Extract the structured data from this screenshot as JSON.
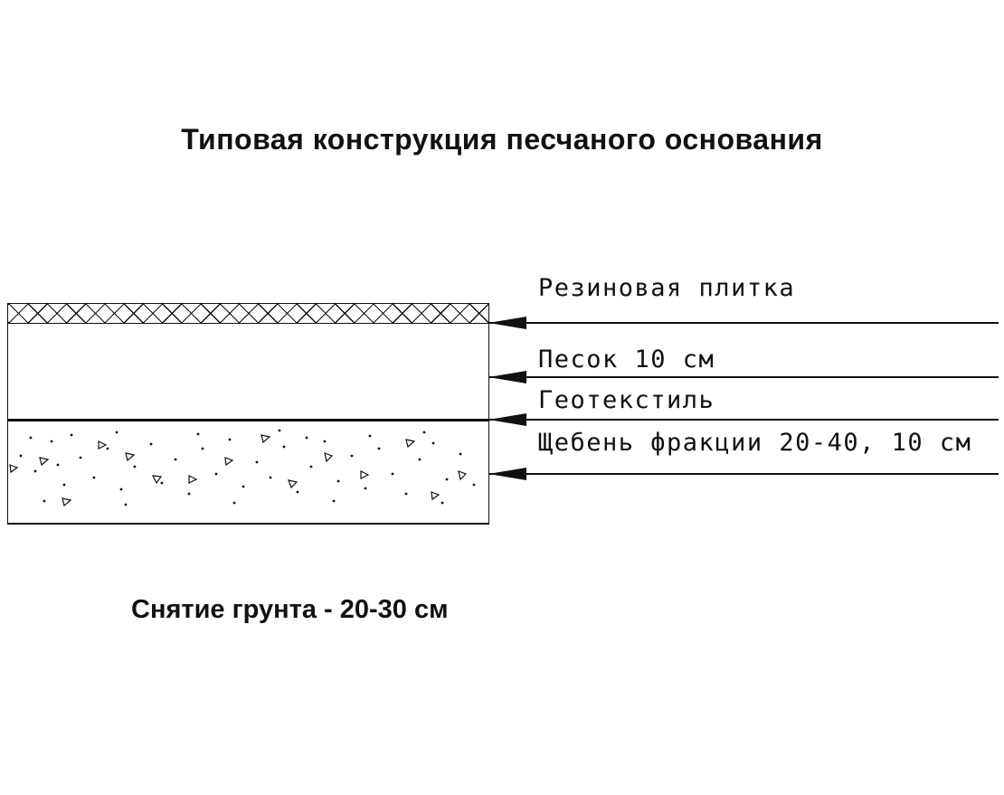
{
  "title": "Типовая конструкция песчаного основания",
  "footer": "Снятие грунта - 20-30 см",
  "callouts": [
    {
      "label": "Резиновая плитка"
    },
    {
      "label": "Песок 10 см"
    },
    {
      "label": "Геотекстиль"
    },
    {
      "label": "Щебень фракции 20-40, 10 см"
    }
  ],
  "colors": {
    "ink": "#111111",
    "background": "#ffffff"
  }
}
